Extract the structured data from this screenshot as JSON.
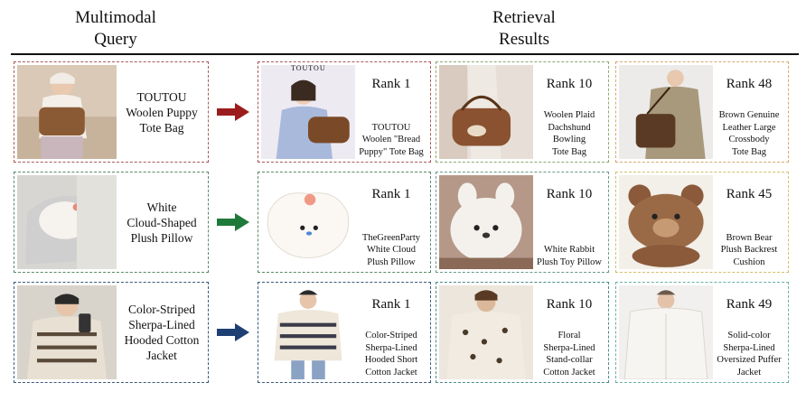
{
  "headers": {
    "query": "Multimodal\nQuery",
    "results": "Retrieval\nResults"
  },
  "colors": {
    "red": "#9b1c1c",
    "green": "#1f7a3a",
    "blue": "#1d3f73"
  },
  "rows": [
    {
      "query": {
        "label": "TOUTOU\nWoolen Puppy\nTote Bag",
        "image": "woman-with-brown-tote-bag-photo",
        "border": "#a85a5a"
      },
      "arrow_color": "#9b1c1c",
      "results": [
        {
          "rank": "Rank 1",
          "label": "TOUTOU\nWoolen \"Bread\nPuppy\" Tote Bag",
          "image": "woman-with-tote-bag-photo",
          "brand": "TOUTOU",
          "border": "#a85a5a"
        },
        {
          "rank": "Rank 10",
          "label": "Woolen Plaid\nDachshund\nBowling\nTote Bag",
          "image": "plaid-bowling-bag-photo",
          "border": "#8fa86a"
        },
        {
          "rank": "Rank 48",
          "label": "Brown Genuine\nLeather Large\nCrossbody\nTote Bag",
          "image": "leather-crossbody-bag-photo",
          "border": "#d9a86a"
        }
      ]
    },
    {
      "query": {
        "label": "White\nCloud-Shaped\nPlush Pillow",
        "image": "cloud-pillow-on-chair-photo",
        "border": "#5a8a6a"
      },
      "arrow_color": "#1f7a3a",
      "results": [
        {
          "rank": "Rank 1",
          "label": "TheGreenParty\nWhite Cloud\nPlush Pillow",
          "image": "white-cloud-pillow-photo",
          "border": "#5a8a6a"
        },
        {
          "rank": "Rank 10",
          "label": "White Rabbit\nPlush Toy Pillow",
          "image": "white-rabbit-pillow-photo",
          "border": "#6a9a8a"
        },
        {
          "rank": "Rank 45",
          "label": "Brown Bear\nPlush Backrest\nCushion",
          "image": "brown-bear-cushion-photo",
          "border": "#d4c06a"
        }
      ]
    },
    {
      "query": {
        "label": "Color-Striped\nSherpa-Lined\nHooded Cotton\nJacket",
        "image": "patterned-jacket-selfie-photo",
        "border": "#3a5a7a"
      },
      "arrow_color": "#1d3f73",
      "results": [
        {
          "rank": "Rank 1",
          "label": "Color-Striped\nSherpa-Lined\nHooded Short\nCotton Jacket",
          "image": "patterned-hooded-jacket-photo",
          "border": "#3a5a7a"
        },
        {
          "rank": "Rank 10",
          "label": "Floral\nSherpa-Lined\nStand-collar\nCotton Jacket",
          "image": "floral-sherpa-jacket-photo",
          "border": "#4a8a8a"
        },
        {
          "rank": "Rank 49",
          "label": "Solid-color\nSherpa-Lined\nOversized Puffer\nJacket",
          "image": "white-puffer-jacket-photo",
          "border": "#6ab0a8"
        }
      ]
    }
  ]
}
